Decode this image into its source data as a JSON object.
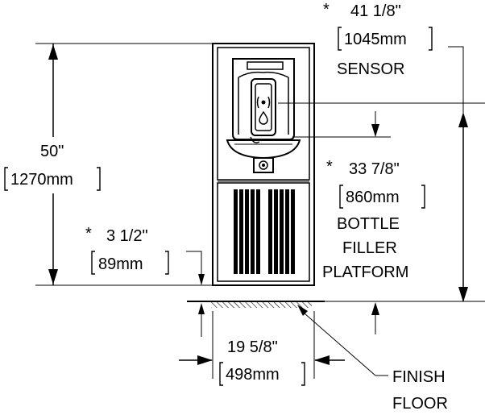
{
  "dimensions": {
    "sensor": {
      "star": "*",
      "imperial": "41 1/8\"",
      "metric": "1045mm",
      "label": "SENSOR"
    },
    "overall_height": {
      "imperial": "50\"",
      "metric": "1270mm"
    },
    "platform": {
      "star": "*",
      "imperial": "33 7/8\"",
      "metric": "860mm",
      "label_line1": "BOTTLE",
      "label_line2": "FILLER",
      "label_line3": "PLATFORM"
    },
    "base_offset": {
      "star": "*",
      "imperial": "3 1/2\"",
      "metric": "89mm"
    },
    "width": {
      "imperial": "19 5/8\"",
      "metric": "498mm"
    }
  },
  "floor": {
    "label_line1": "FINISH",
    "label_line2": "FLOOR"
  }
}
